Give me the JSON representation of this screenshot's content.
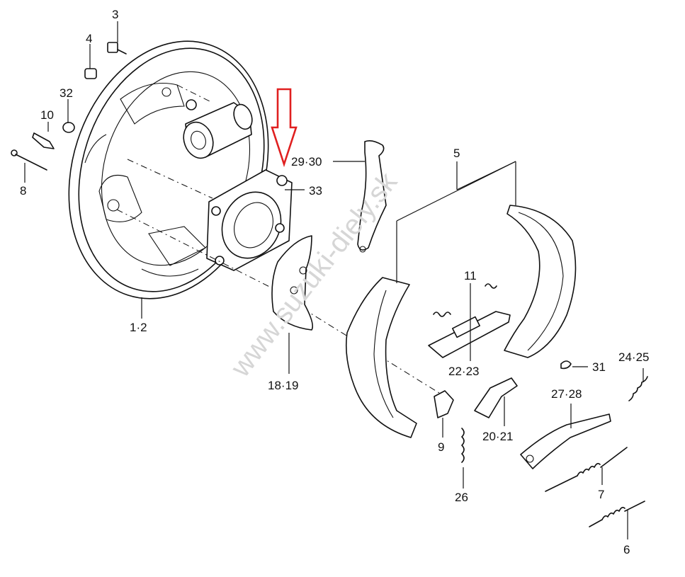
{
  "watermark": "www.suzuki-diely.sk",
  "highlight_color": "#e02020",
  "callouts": {
    "c3": "3",
    "c4": "4",
    "c32": "32",
    "c10": "10",
    "c8": "8",
    "c12": "1·2",
    "c29_30": "29·30",
    "c33": "33",
    "c5": "5",
    "c18_19": "18·19",
    "c11": "11",
    "c22_23": "22·23",
    "c31": "31",
    "c24_25": "24·25",
    "c9": "9",
    "c20_21": "20·21",
    "c27_28": "27·28",
    "c26": "26",
    "c7": "7",
    "c6": "6"
  }
}
